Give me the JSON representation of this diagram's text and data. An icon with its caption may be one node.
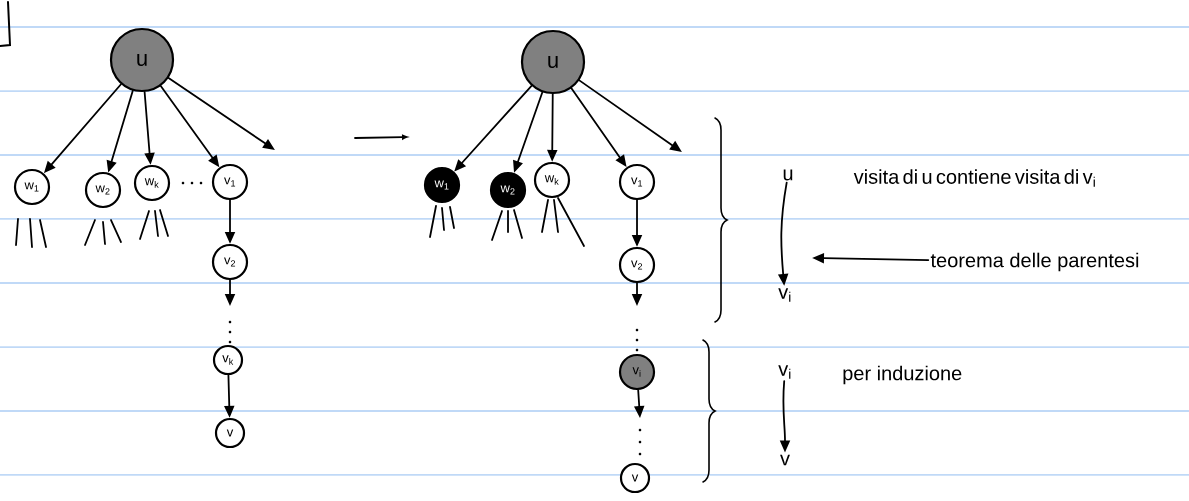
{
  "diagram": {
    "nodes": [
      {
        "text": [
          "u"
        ]
      },
      {
        "text": [
          "w$_{1}$"
        ]
      },
      {
        "text": [
          "w$_{2}$"
        ]
      },
      {
        "text": [
          "w$_{k}$"
        ]
      },
      {
        "text": [
          "v$_{1}$"
        ]
      },
      {
        "text": [
          "v$_{2}$"
        ]
      },
      {
        "text": [
          "v$_{k}$"
        ]
      },
      {
        "text": [
          "v"
        ]
      },
      {
        "text": [
          "u"
        ]
      },
      {
        "text": [
          "w$_{1}$"
        ]
      },
      {
        "text": [
          "w$_{2}$"
        ]
      },
      {
        "text": [
          "w$_{k}$"
        ]
      },
      {
        "text": [
          "v$_{1}$"
        ]
      },
      {
        "text": [
          "v$_{2}$"
        ]
      },
      {
        "text": [
          "v$_{i}$"
        ]
      },
      {
        "text": [
          "v"
        ]
      },
      {
        "text": [
          "u"
        ]
      },
      {
        "text": [
          "v$_{i}$"
        ]
      },
      {
        "text": [
          "visita di u contiene visita di v$_{i}$"
        ]
      },
      {
        "text": [
          "teorema delle parentesi"
        ]
      },
      {
        "text": [
          "v$_{i}$"
        ]
      },
      {
        "text": [
          "v"
        ]
      }
    ],
    "edges": [
      {
        "from": 0,
        "to": 1,
        "arrow": "to"
      },
      {
        "from": 0,
        "to": 2,
        "arrow": "to"
      },
      {
        "from": 0,
        "to": 3,
        "arrow": "to"
      },
      {
        "from": 0,
        "to": 4,
        "arrow": "to"
      },
      {
        "from": 0,
        "to": null,
        "arrow": "to"
      },
      {
        "from": 4,
        "to": 5,
        "arrow": "to"
      },
      {
        "from": 5,
        "to": null,
        "arrow": "to"
      },
      {
        "from": 6,
        "to": 7,
        "arrow": "to"
      },
      {
        "from": 8,
        "to": 9,
        "arrow": "to"
      },
      {
        "from": 8,
        "to": 10,
        "arrow": "to"
      },
      {
        "from": 8,
        "to": 11,
        "arrow": "to"
      },
      {
        "from": 8,
        "to": 12,
        "arrow": "to"
      },
      {
        "from": 8,
        "to": null,
        "arrow": "to"
      },
      {
        "from": 12,
        "to": 13,
        "arrow": "to"
      },
      {
        "from": 13,
        "to": null,
        "arrow": "to"
      },
      {
        "from": 14,
        "to": null,
        "arrow": "to"
      },
      {
        "from": 16,
        "to": 17,
        "arrow": "to"
      },
      {
        "from": 19,
        "to": null,
        "arrow": "to"
      },
      {
        "from": 20,
        "to": 21,
        "arrow": "to"
      }
    ],
    "labels": [
      "per induzione"
    ]
  }
}
